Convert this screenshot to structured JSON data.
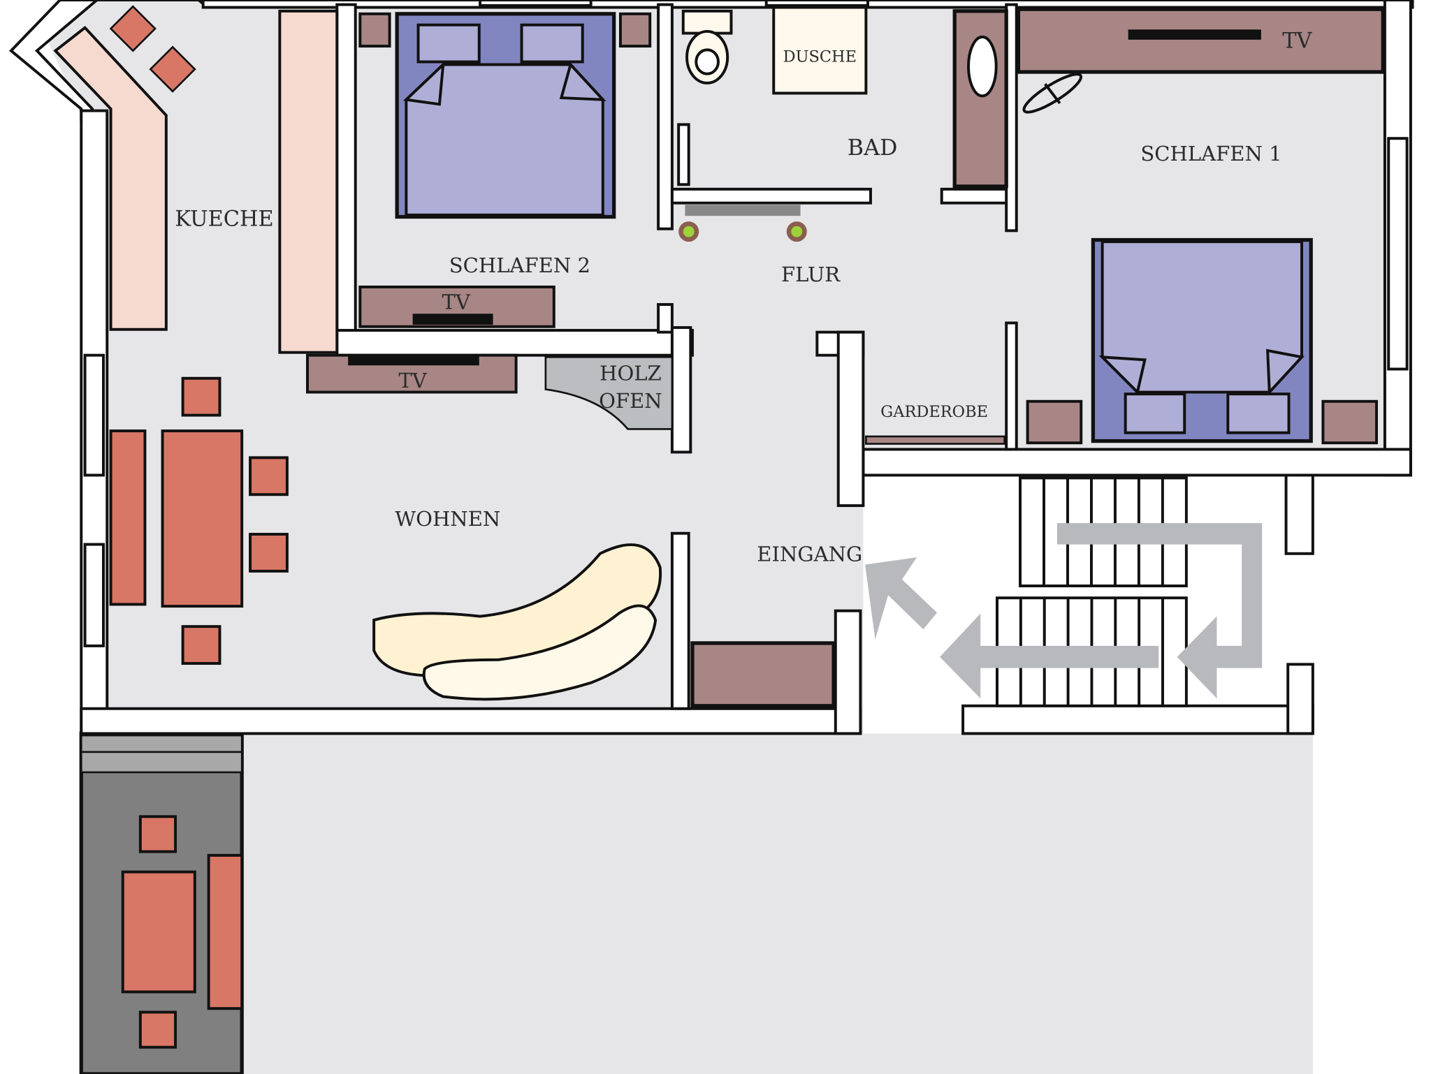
{
  "rooms": {
    "kueche": "KUECHE",
    "schlafen2": "SCHLAFEN 2",
    "bad": "BAD",
    "dusche": "DUSCHE",
    "schlafen1": "SCHLAFEN 1",
    "flur": "FLUR",
    "garderobe": "GARDEROBE",
    "wohnen": "WOHNEN",
    "eingang": "EINGANG",
    "holzofen_line1": "HOLZ",
    "holzofen_line2": "OFEN"
  },
  "furniture": {
    "tv_schlafen2": "TV",
    "tv_wohnen": "TV",
    "tv_schlafen1": "TV"
  },
  "colors": {
    "floor": "#e6e6e8",
    "kitchen_counter": "#f6d9cf",
    "table": "#d87766",
    "cabinet": "#a88686",
    "bed_frame": "#8286c0",
    "bed_sheet": "#aeaed6",
    "sofa": "#fff2d2",
    "arrow": "#b8b9bc",
    "balcony": "#808080"
  }
}
